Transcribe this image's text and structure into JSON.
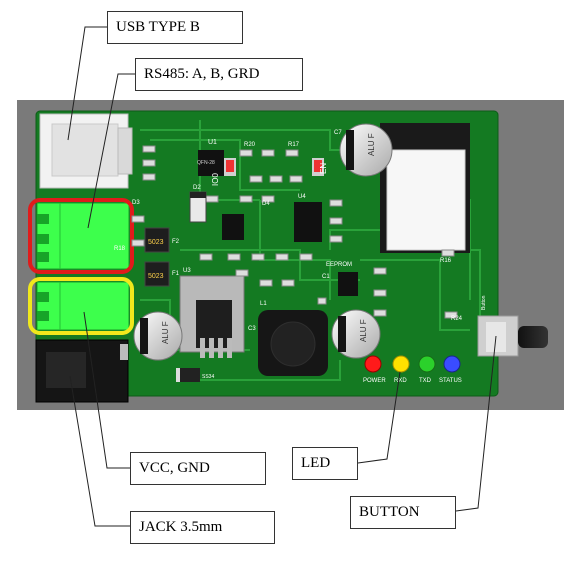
{
  "labels": {
    "usb": "USB TYPE B",
    "rs485": "RS485: A, B, GRD",
    "vcc": "VCC, GND",
    "jack": "JACK 3.5mm",
    "led": "LED",
    "button": "BUTTON"
  },
  "silk": {
    "u1": "U1",
    "qfn": "QFN-28",
    "io0": "IO0",
    "en": "EN",
    "eeprom": "EEPROM",
    "ic5023a": "5023",
    "ic5023b": "5023",
    "alu1": "ALU F",
    "alu2": "ALU F",
    "alu3": "ALU F",
    "power": "POWER",
    "rxd": "RXD",
    "txd": "TXD",
    "status": "STATUS",
    "btn": "Button",
    "ss34": "SS34",
    "d2": "D2",
    "d3": "D3",
    "d4": "D4",
    "u3": "U3",
    "u4": "U4",
    "l1": "L1",
    "c7": "C7",
    "c1": "C1",
    "c3": "C3",
    "r20": "R20",
    "r17": "R17",
    "r18": "R18",
    "f1": "F1",
    "f2": "F2",
    "r24": "R24",
    "r16": "R16"
  },
  "colors": {
    "board": "#147a22",
    "surround": "#7a7a7a",
    "terminal": "#3dff4c",
    "rs485_box": "#e01b1b",
    "vcc_box": "#f0e81c",
    "led_red": "#ff1a1a",
    "led_yellow": "#ffe100",
    "led_green": "#2bd12b",
    "led_blue": "#3a4cff"
  }
}
